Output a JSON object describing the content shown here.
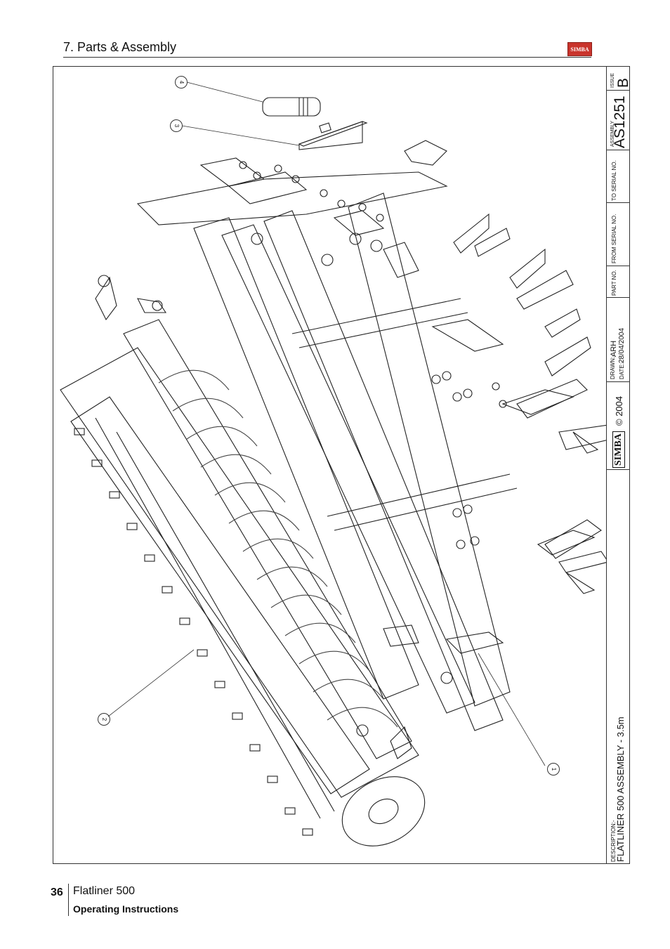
{
  "header": {
    "section_title": "7. Parts & Assembly",
    "logo_text": "SIMBA"
  },
  "drawing": {
    "balloons": [
      "1",
      "2",
      "3",
      "4"
    ]
  },
  "title_block": {
    "description_label": "DESCRIPTION:-",
    "description": "FLATLINER 500 ASSEMBLY - 3.5m",
    "brand": "SIMBA",
    "copyright": "© 2004",
    "drawn_label": "DRAWN:-",
    "drawn_by": "ARH",
    "date_label": "DATE:-",
    "date": "28/04/2004",
    "part_no_label": "PART NO.",
    "from_serial_label": "FROM SERIAL NO.",
    "to_serial_label": "TO SERIAL NO.",
    "assembly_label": "ASSEMBLY",
    "assembly_no": "AS1251",
    "issue_label": "ISSUE",
    "issue": "B"
  },
  "footer": {
    "page_number": "36",
    "product": "Flatliner 500",
    "subtitle": "Operating Instructions"
  }
}
